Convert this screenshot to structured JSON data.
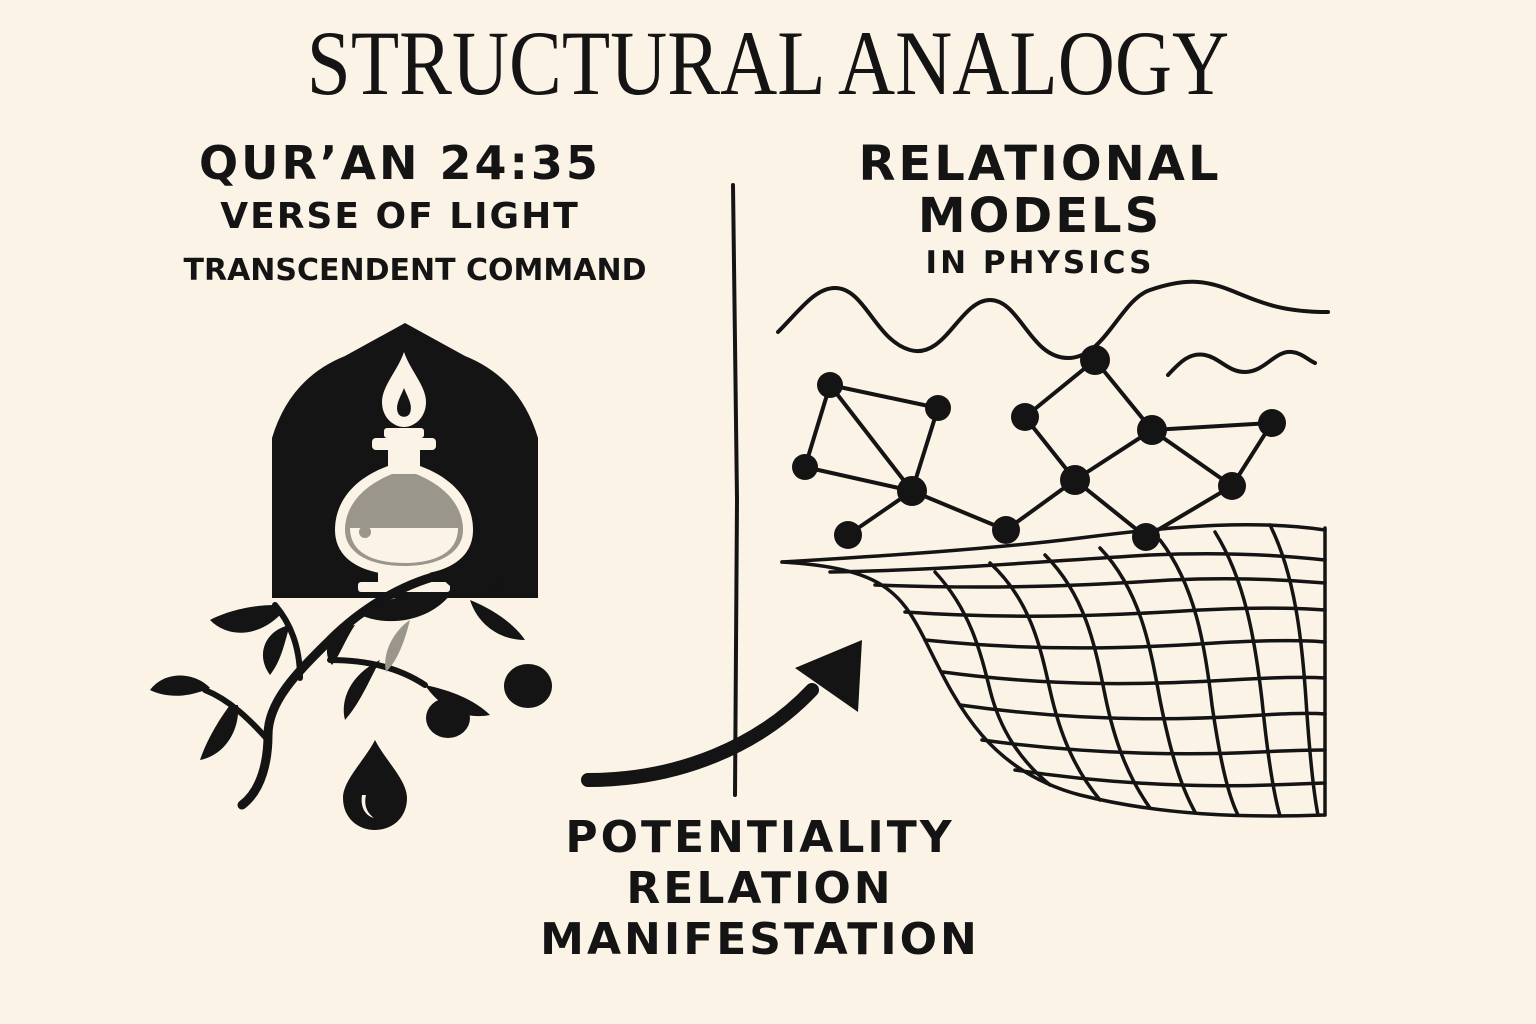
{
  "title": "STRUCTURAL ANALOGY",
  "left": {
    "heading": "QUR’AN 24:35",
    "subheading": "VERSE OF LIGHT",
    "caption": "TRANSCENDENT COMMAND"
  },
  "right": {
    "heading_line1": "RELATIONAL",
    "heading_line2": "MODELS",
    "caption": "IN PHYSICS"
  },
  "bottom": {
    "line1": "POTENTIALITY",
    "line2": "RELATION",
    "line3": "MANIFESTATION"
  },
  "colors": {
    "background": "#fcf3e7",
    "ink": "#141414",
    "gray_accent": "#9a968c"
  },
  "icons": [
    "lamp-niche-icon",
    "olive-branch-icon",
    "oil-drop-icon",
    "wave-icon",
    "network-graph-icon",
    "spacetime-grid-icon",
    "curved-arrow-icon"
  ]
}
